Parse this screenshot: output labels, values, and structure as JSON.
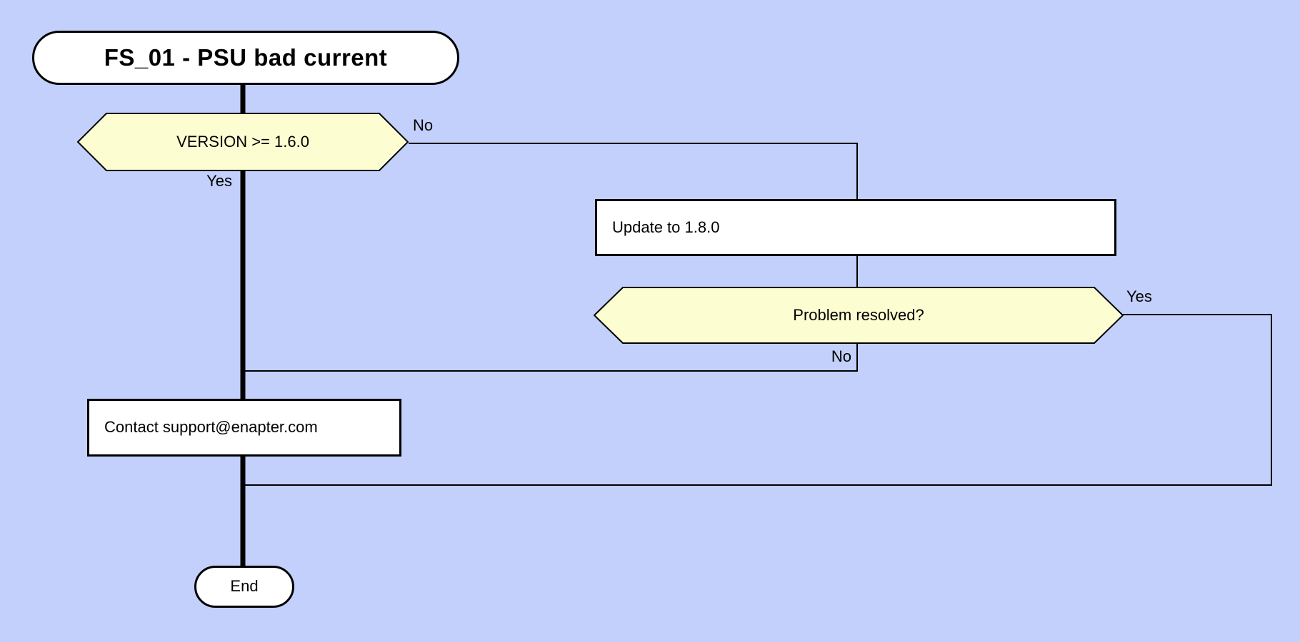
{
  "colors": {
    "background": "#c2d0fb",
    "node_fill": "#ffffff",
    "decision_fill": "#fdfdd2",
    "stroke": "#000000",
    "text": "#000000"
  },
  "diagram": {
    "type": "flowchart",
    "nodes": {
      "start": {
        "shape": "rounded-pill",
        "label": "FS_01 - PSU bad current"
      },
      "decision_version": {
        "shape": "hexagon",
        "label": "VERSION >= 1.6.0"
      },
      "process_update": {
        "shape": "rectangle",
        "label": "Update to 1.8.0"
      },
      "decision_resolved": {
        "shape": "hexagon",
        "label": "Problem resolved?"
      },
      "process_contact": {
        "shape": "rectangle",
        "label": "Contact support@enapter.com"
      },
      "end": {
        "shape": "rounded-pill",
        "label": "End"
      }
    },
    "edges": [
      {
        "from": "start",
        "to": "decision_version",
        "label": ""
      },
      {
        "from": "decision_version",
        "to": "process_update",
        "label": "No"
      },
      {
        "from": "decision_version",
        "to": "process_contact",
        "label": "Yes"
      },
      {
        "from": "process_update",
        "to": "decision_resolved",
        "label": ""
      },
      {
        "from": "decision_resolved",
        "to": "end",
        "label": "Yes"
      },
      {
        "from": "decision_resolved",
        "to": "process_contact",
        "label": "No"
      },
      {
        "from": "process_contact",
        "to": "end",
        "label": ""
      }
    ]
  }
}
